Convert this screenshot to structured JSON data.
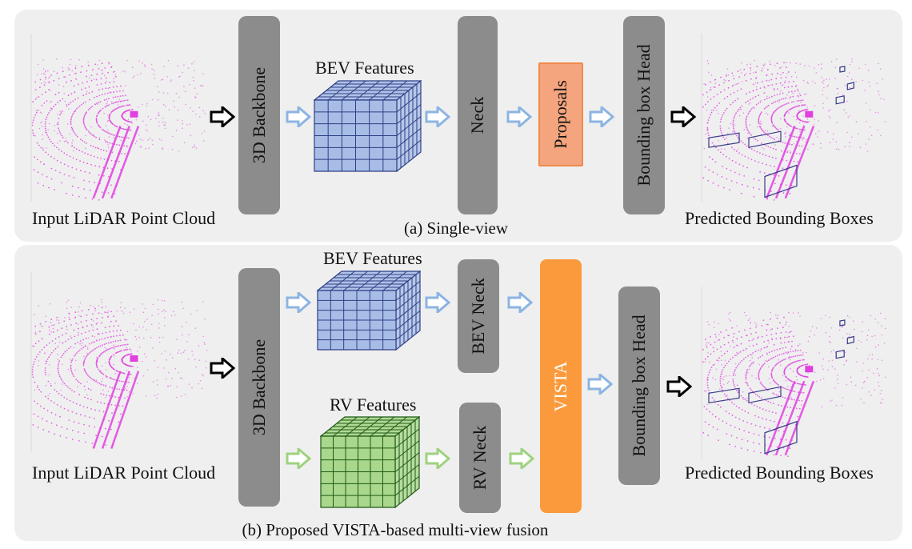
{
  "panel_a": {
    "input_label": "Input LiDAR Point Cloud",
    "backbone": "3D Backbone",
    "features_label": "BEV Features",
    "neck": "Neck",
    "proposals": "Proposals",
    "head": "Bounding box Head",
    "output_label": "Predicted Bounding Boxes",
    "caption": "(a) Single-view"
  },
  "panel_b": {
    "input_label": "Input LiDAR Point Cloud",
    "backbone": "3D Backbone",
    "bev_features_label": "BEV Features",
    "rv_features_label": "RV Features",
    "bev_neck": "BEV Neck",
    "rv_neck": "RV Neck",
    "vista": "VISTA",
    "head": "Bounding box Head",
    "output_label": "Predicted Bounding Boxes",
    "caption": "(b) Proposed VISTA-based multi-view fusion"
  },
  "colors": {
    "module_gray": "#8c8c8c",
    "proposals_fill": "#f4a57e",
    "proposals_border": "#f08a4b",
    "vista_fill": "#fb9a3c",
    "bev_grid": "#a8bde6",
    "rv_grid": "#a9d78c",
    "point_cloud": "#e040e0",
    "arrow_blue": "#8cb4e2",
    "arrow_green": "#9fd27f",
    "arrow_black": "#000000"
  },
  "icons": {
    "arrow_blue": "hollow-right-arrow-icon",
    "arrow_green": "hollow-right-arrow-icon",
    "arrow_black": "hollow-right-arrow-icon",
    "point_cloud": "lidar-point-cloud-image"
  }
}
